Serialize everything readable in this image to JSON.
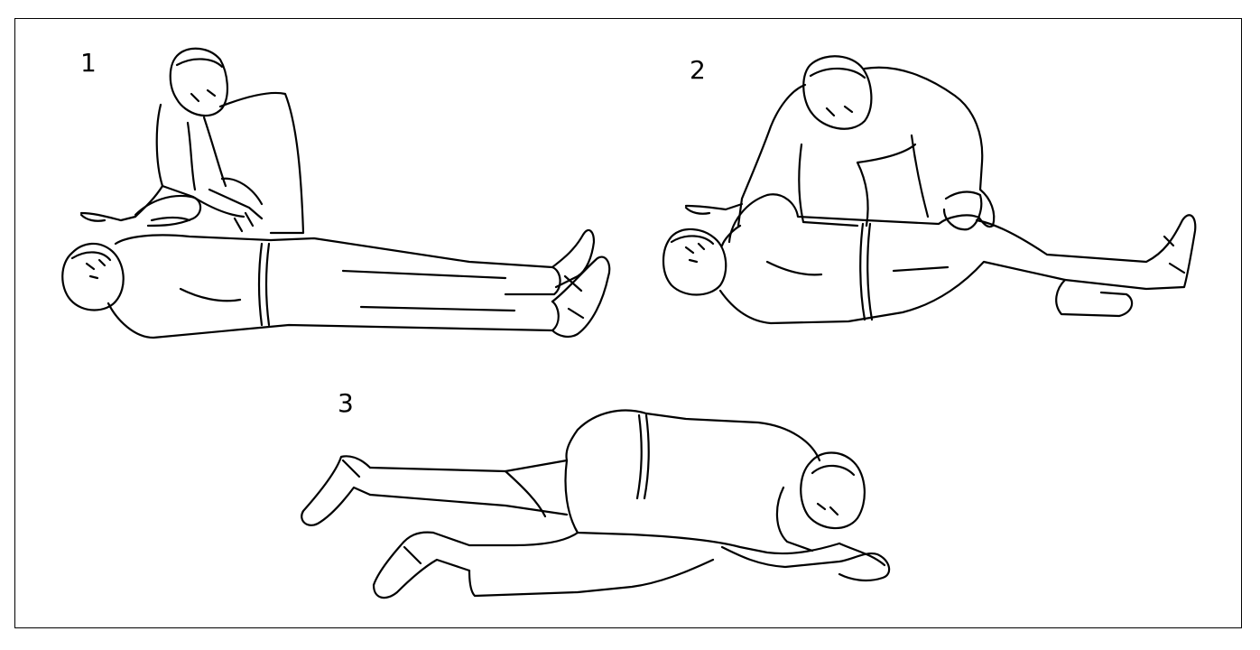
{
  "steps": [
    {
      "label": "1"
    },
    {
      "label": "2"
    },
    {
      "label": "3"
    }
  ],
  "colors": {
    "line": "#000000",
    "background": "#ffffff"
  }
}
